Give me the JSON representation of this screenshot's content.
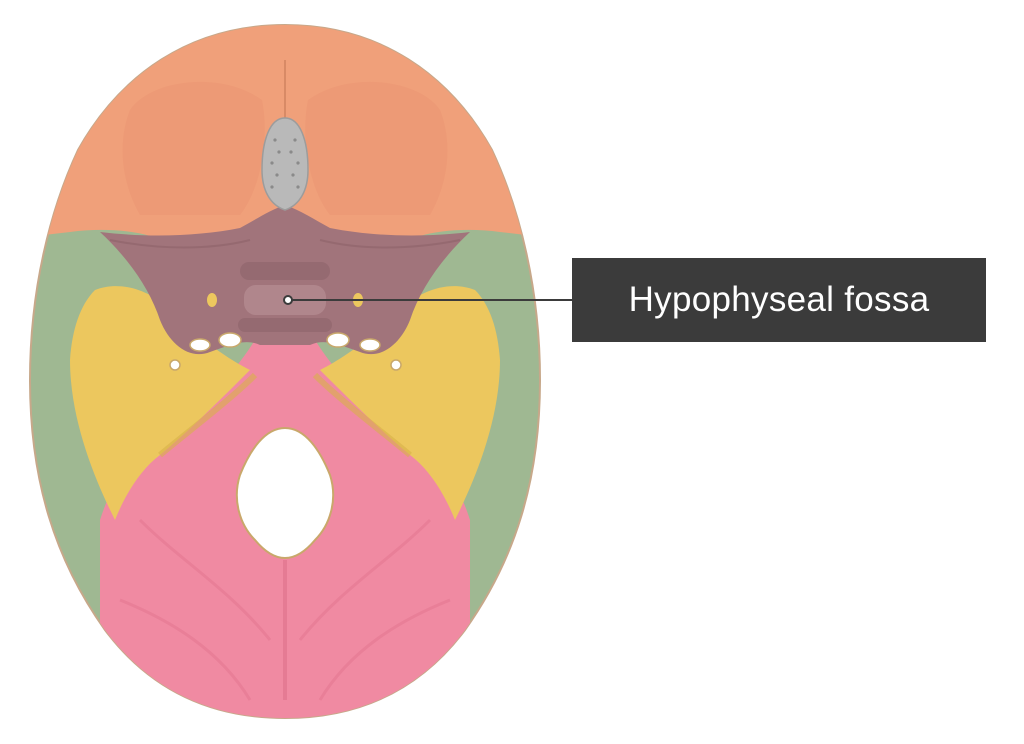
{
  "diagram": {
    "subject": "skull-base-internal-view",
    "colors": {
      "frontal": "#f0a07a",
      "ethmoid": "#b9b9b9",
      "sphenoid": "#a1747b",
      "temporal": "#ecc75e",
      "parietal": "#9fb892",
      "occipital": "#f08aa2",
      "outline": "#c7a88a",
      "label_background": "#3b3b3b",
      "label_text": "#ffffff",
      "pointer": "#3b3b3b"
    },
    "labels": [
      {
        "text": "Hypophyseal fossa",
        "target": "hypophyseal-fossa"
      }
    ]
  }
}
